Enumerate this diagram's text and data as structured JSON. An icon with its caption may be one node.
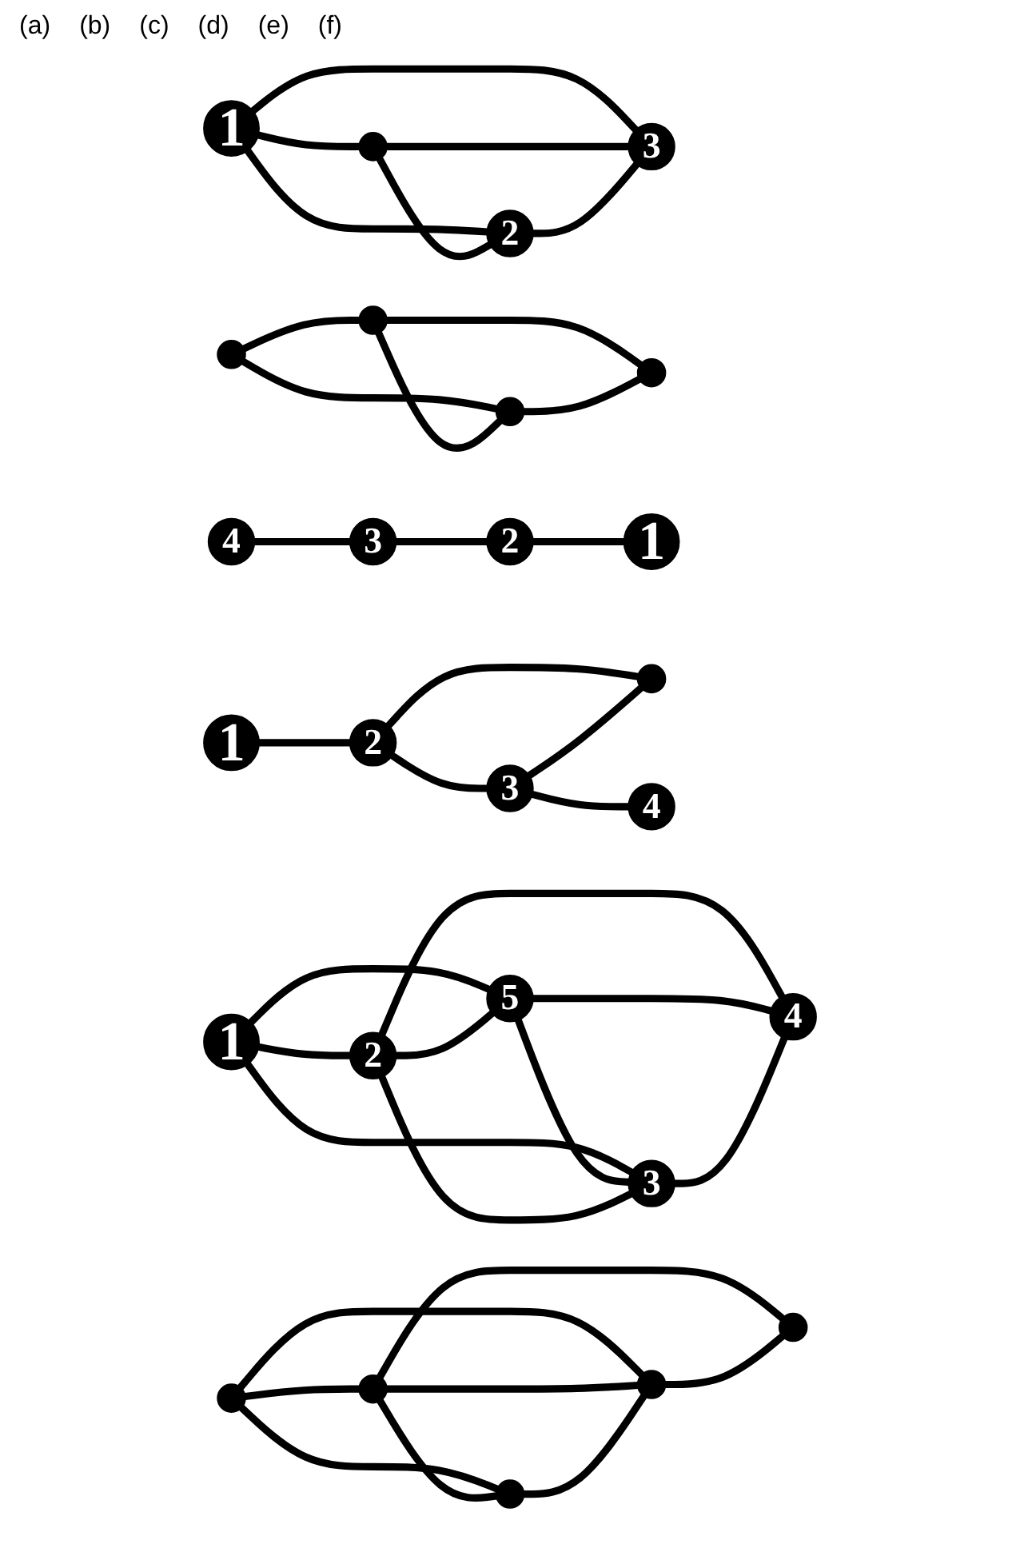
{
  "diagram": {
    "nodes": [
      {
        "text": [
          "1"
        ]
      },
      {
        "text": [],
        "shape": "circle"
      },
      {
        "text": [
          "2"
        ]
      },
      {
        "text": [
          "3"
        ]
      },
      {
        "text": [],
        "shape": "circle"
      },
      {
        "text": [],
        "shape": "circle"
      },
      {
        "text": [],
        "shape": "circle"
      },
      {
        "text": [],
        "shape": "circle"
      },
      {
        "text": [
          "4"
        ]
      },
      {
        "text": [
          "3"
        ]
      },
      {
        "text": [
          "2"
        ]
      },
      {
        "text": [
          "1"
        ]
      },
      {
        "text": [
          "1"
        ]
      },
      {
        "text": [
          "2"
        ]
      },
      {
        "text": [],
        "shape": "circle"
      },
      {
        "text": [
          "3"
        ]
      },
      {
        "text": [
          "4"
        ]
      },
      {
        "text": [
          "1"
        ]
      },
      {
        "text": [
          "5"
        ]
      },
      {
        "text": [
          "2"
        ]
      },
      {
        "text": [
          "3"
        ]
      },
      {
        "text": [
          "4"
        ]
      },
      {
        "text": [],
        "shape": "circle"
      },
      {
        "text": [],
        "shape": "circle"
      },
      {
        "text": [],
        "shape": "circle"
      },
      {
        "text": [],
        "shape": "circle"
      },
      {
        "text": [],
        "shape": "circle"
      }
    ],
    "edges": [
      {
        "from": 0,
        "to": 2,
        "arrow": "none"
      },
      {
        "from": 0,
        "to": 1,
        "arrow": "none"
      },
      {
        "from": 0,
        "to": 3,
        "arrow": "none"
      },
      {
        "from": 1,
        "to": 2,
        "arrow": "none"
      },
      {
        "from": 1,
        "to": 3,
        "arrow": "none"
      },
      {
        "from": 2,
        "to": 3,
        "arrow": "none"
      },
      {
        "from": 5,
        "to": 4,
        "arrow": "none"
      },
      {
        "from": 5,
        "to": 7,
        "arrow": "none"
      },
      {
        "from": 4,
        "to": 7,
        "arrow": "none"
      },
      {
        "from": 4,
        "to": 6,
        "arrow": "none"
      },
      {
        "from": 7,
        "to": 6,
        "arrow": "none"
      },
      {
        "from": 8,
        "to": 9,
        "arrow": "none"
      },
      {
        "from": 9,
        "to": 10,
        "arrow": "none"
      },
      {
        "from": 10,
        "to": 11,
        "arrow": "none"
      },
      {
        "from": 12,
        "to": 13,
        "arrow": "none"
      },
      {
        "from": 13,
        "to": 15,
        "arrow": "none"
      },
      {
        "from": 13,
        "to": 14,
        "arrow": "none"
      },
      {
        "from": 15,
        "to": 14,
        "arrow": "none"
      },
      {
        "from": 15,
        "to": 16,
        "arrow": "none"
      },
      {
        "from": 17,
        "to": 19,
        "arrow": "none"
      },
      {
        "from": 17,
        "to": 18,
        "arrow": "none"
      },
      {
        "from": 17,
        "to": 20,
        "arrow": "none"
      },
      {
        "from": 19,
        "to": 18,
        "arrow": "none"
      },
      {
        "from": 18,
        "to": 20,
        "arrow": "none"
      },
      {
        "from": 19,
        "to": 20,
        "arrow": "none"
      },
      {
        "from": 19,
        "to": 21,
        "arrow": "none"
      },
      {
        "from": 18,
        "to": 21,
        "arrow": "none"
      },
      {
        "from": 20,
        "to": 21,
        "arrow": "none"
      },
      {
        "from": 22,
        "to": 23,
        "arrow": "none"
      },
      {
        "from": 22,
        "to": 26,
        "arrow": "none"
      },
      {
        "from": 22,
        "to": 25,
        "arrow": "none"
      },
      {
        "from": 23,
        "to": 26,
        "arrow": "none"
      },
      {
        "from": 23,
        "to": 25,
        "arrow": "none"
      },
      {
        "from": 26,
        "to": 25,
        "arrow": "none"
      },
      {
        "from": 23,
        "to": 24,
        "arrow": "none"
      },
      {
        "from": 25,
        "to": 24,
        "arrow": "none"
      }
    ],
    "labels": [
      "(a)",
      "(b)",
      "(c)",
      "(d)",
      "(e)",
      "(f)"
    ]
  }
}
